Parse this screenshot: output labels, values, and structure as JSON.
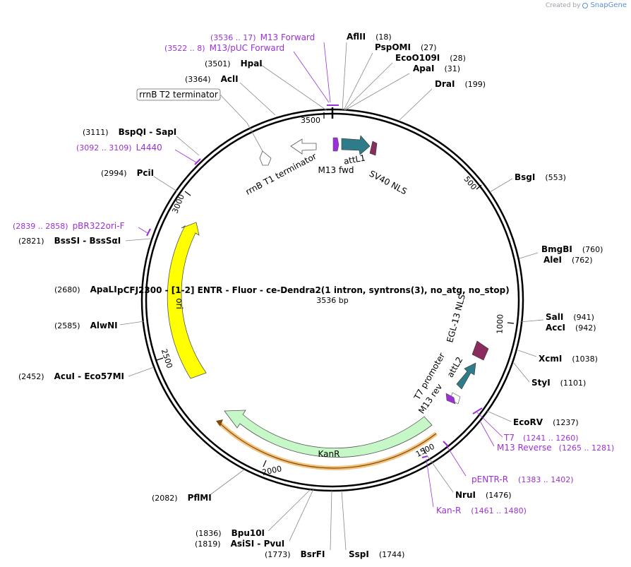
{
  "branding": {
    "created_by": "Created by",
    "app": "SnapGene"
  },
  "plasmid": {
    "name": "pCFJ2300 - [1-2] ENTR - Fluor - ce-Dendra2(1 intron, syntrons(3), no_atg, no_stop)",
    "size": "3536 bp",
    "length": 3536
  },
  "ticks": [
    "500",
    "1000",
    "1500",
    "2000",
    "2500",
    "3000",
    "3500"
  ],
  "sites": [
    {
      "name": "AflII",
      "pos": "(18)"
    },
    {
      "name": "PspOMI",
      "pos": "(27)"
    },
    {
      "name": "EcoO109I",
      "pos": "(28)"
    },
    {
      "name": "ApaI",
      "pos": "(31)"
    },
    {
      "name": "DraI",
      "pos": "(199)"
    },
    {
      "name": "BsgI",
      "pos": "(553)"
    },
    {
      "name": "BmgBI",
      "pos": "(760)"
    },
    {
      "name": "AleI",
      "pos": "(762)"
    },
    {
      "name": "SalI",
      "pos": "(941)"
    },
    {
      "name": "AccI",
      "pos": "(942)"
    },
    {
      "name": "XcmI",
      "pos": "(1038)"
    },
    {
      "name": "StyI",
      "pos": "(1101)"
    },
    {
      "name": "EcoRV",
      "pos": "(1237)"
    },
    {
      "name": "NruI",
      "pos": "(1476)"
    },
    {
      "name": "SspI",
      "pos": "(1744)"
    },
    {
      "name": "BsrFI",
      "pos": "(1773)"
    },
    {
      "name": "AsiSI - PvuI",
      "pos": "(1819)"
    },
    {
      "name": "Bpu10I",
      "pos": "(1836)"
    },
    {
      "name": "PflMI",
      "pos": "(2082)"
    },
    {
      "name": "AcuI - Eco57MI",
      "pos": "(2452)"
    },
    {
      "name": "AlwNI",
      "pos": "(2585)"
    },
    {
      "name": "ApaLI",
      "pos": "(2680)"
    },
    {
      "name": "BssSI - BssSαI",
      "pos": "(2821)"
    },
    {
      "name": "PciI",
      "pos": "(2994)"
    },
    {
      "name": "BspQI - SapI",
      "pos": "(3111)"
    },
    {
      "name": "AclI",
      "pos": "(3364)"
    },
    {
      "name": "HpaI",
      "pos": "(3501)"
    }
  ],
  "primers": [
    {
      "name": "M13 Forward",
      "range": "(3536 .. 17)"
    },
    {
      "name": "M13/pUC Forward",
      "range": "(3522 .. 8)"
    },
    {
      "name": "L4440",
      "range": "(3092 .. 3109)"
    },
    {
      "name": "pBR322ori-F",
      "range": "(2839 .. 2858)"
    },
    {
      "name": "T7",
      "range": "(1241 .. 1260)"
    },
    {
      "name": "M13 Reverse",
      "range": "(1265 .. 1281)"
    },
    {
      "name": "pENTR-R",
      "range": "(1383 .. 1402)"
    },
    {
      "name": "Kan-R",
      "range": "(1461 .. 1480)"
    }
  ],
  "features": {
    "ori": "ori",
    "kanr": "KanR",
    "rrnb_t2": "rrnB T2 terminator",
    "rrnb_t1": "rrnB T1 terminator",
    "m13_fwd": "M13 fwd",
    "attl1": "attL1",
    "sv40_nls": "SV40 NLS",
    "egl13_nls": "EGL-13 NLS",
    "attl2": "attL2",
    "t7_promoter": "T7 promoter",
    "m13_rev": "M13 rev"
  },
  "colors": {
    "ori": "#ffff00",
    "kanr": "#c6f7c6",
    "attl": "#2e7b8a",
    "nls": "#8b2c5e",
    "primer": "#9b30d9",
    "terminator": "#ffffff"
  }
}
